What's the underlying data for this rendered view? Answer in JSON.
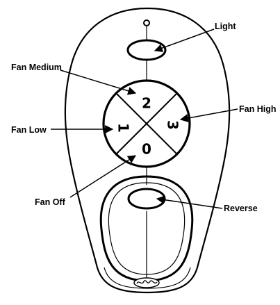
{
  "labels": {
    "light": "Light",
    "fan_medium": "Fan Medium",
    "fan_high": "Fan High",
    "fan_low": "Fan Low",
    "fan_off": "Fan Off",
    "reverse": "Reverse"
  },
  "buttons": {
    "top": "2",
    "right": "3",
    "left": "1",
    "bottom": "0"
  },
  "icons": {
    "logo": "brand-logo-icon",
    "hang_hole": "hang-hole-icon"
  }
}
